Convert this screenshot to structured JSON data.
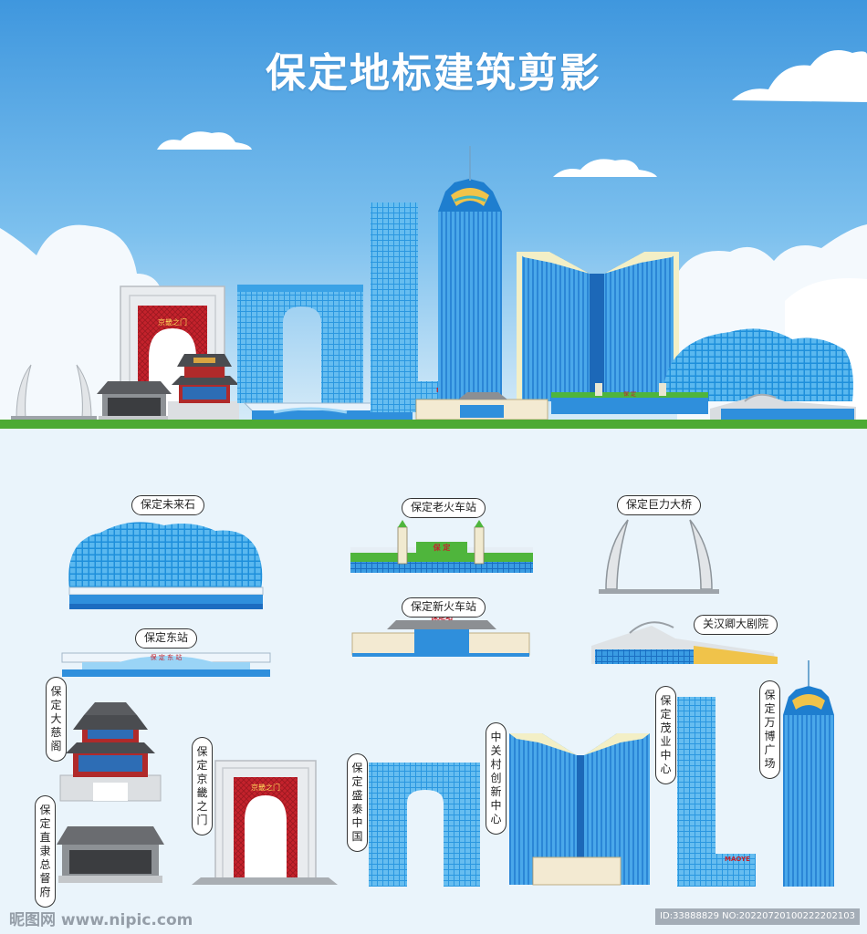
{
  "title": "保定地标建筑剪影",
  "labels": {
    "weilaishi": "保定未来石",
    "laohuochezhan": "保定老火车站",
    "julidaqiao": "保定巨力大桥",
    "xinhuochezhan": "保定新火车站",
    "dongzhan": "保定东站",
    "guanhanqing": "关汉卿大剧院",
    "daciige": "保定大慈阁",
    "zhilizongdufu": "保定直隶总督府",
    "jingjizhimen": "保定京畿之门",
    "shengtai": "保定盛泰中国",
    "zhongguancun": "中关村创新中心",
    "maoye": "保定茂业中心",
    "wanbo": "保定万博广场"
  },
  "signs": {
    "gate": "京畿之门",
    "old_station": "保 定",
    "new_station": "保定站",
    "east_station": "保 定 东 站",
    "maoye_logo": "MAOYE"
  },
  "watermark": {
    "left": "昵图网 www.nipic.com",
    "right": "ID:33888829 NO:20220720100222202103"
  },
  "colors": {
    "sky_top": "#3f97de",
    "sky_bottom": "#cfe6f6",
    "ground": "#4daa33",
    "lower_bg": "#eaf4fb",
    "glass": "#1f8fdc",
    "glass_light": "#58b6ee",
    "gate_red": "#c4222c",
    "roof_gray": "#5a5c60",
    "station_green": "#4fb53c"
  }
}
